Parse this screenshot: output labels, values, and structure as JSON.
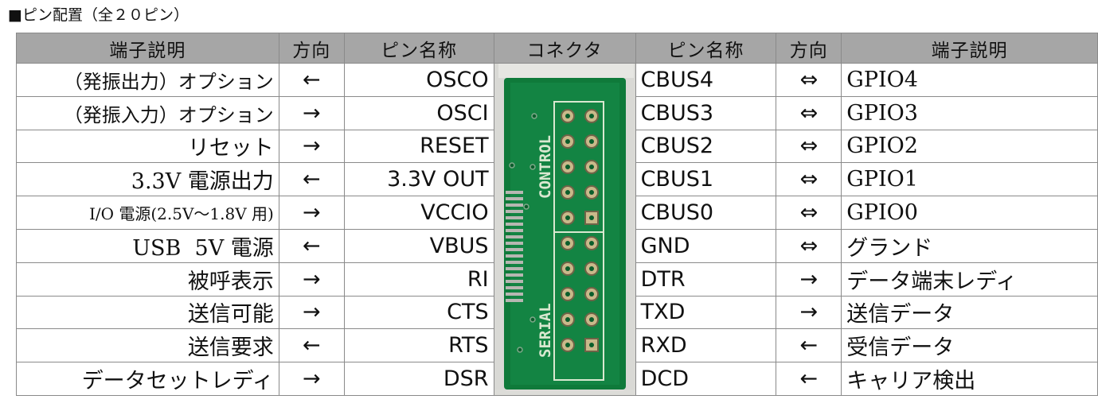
{
  "heading": "■ピン配置（全２０ピン）",
  "headers": [
    "端子説明",
    "方向",
    "ピン名称",
    "コネクタ",
    "ピン名称",
    "方向",
    "端子説明"
  ],
  "rows": [
    {
      "ldesc": "（発振出力）オプション",
      "ldir": "←",
      "lpin": "OSCO",
      "rpin": "CBUS4",
      "rdir": "⇔",
      "rdesc": "GPIO4"
    },
    {
      "ldesc": "（発振入力）オプション",
      "ldir": "→",
      "lpin": "OSCI",
      "rpin": "CBUS3",
      "rdir": "⇔",
      "rdesc": "GPIO3"
    },
    {
      "ldesc": "リセット",
      "ldir": "→",
      "lpin": "RESET",
      "rpin": "CBUS2",
      "rdir": "⇔",
      "rdesc": "GPIO2"
    },
    {
      "ldesc": "3.3V 電源出力",
      "ldir": "←",
      "lpin": "3.3V OUT",
      "rpin": "CBUS1",
      "rdir": "⇔",
      "rdesc": "GPIO1"
    },
    {
      "ldesc": "I/O 電源(2.5V〜1.8V 用)",
      "ldir": "→",
      "lpin": "VCCIO",
      "rpin": "CBUS0",
      "rdir": "⇔",
      "rdesc": "GPIO0"
    },
    {
      "ldesc": "USB  5V 電源",
      "ldir": "←",
      "lpin": "VBUS",
      "rpin": "GND",
      "rdir": "⇔",
      "rdesc": "グランド"
    },
    {
      "ldesc": "被呼表示",
      "ldir": "→",
      "lpin": "RI",
      "rpin": "DTR",
      "rdir": "→",
      "rdesc": "データ端末レディ"
    },
    {
      "ldesc": "送信可能",
      "ldir": "→",
      "lpin": "CTS",
      "rpin": "TXD",
      "rdir": "→",
      "rdesc": "送信データ"
    },
    {
      "ldesc": "送信要求",
      "ldir": "←",
      "lpin": "RTS",
      "rpin": "RXD",
      "rdir": "←",
      "rdesc": "受信データ"
    },
    {
      "ldesc": "データセットレディ",
      "ldir": "→",
      "lpin": "DSR",
      "rpin": "DCD",
      "rdir": "←",
      "rdesc": "キャリア検出"
    }
  ],
  "board": {
    "label_control": "CONTROL",
    "label_serial": "SERIAL",
    "colors": {
      "pcb": "#0f7a3a",
      "pcb_light": "#1d9a4f",
      "silk": "#d9e8d0",
      "pad": "#c9b98a",
      "background": "#d9d9d5"
    }
  }
}
